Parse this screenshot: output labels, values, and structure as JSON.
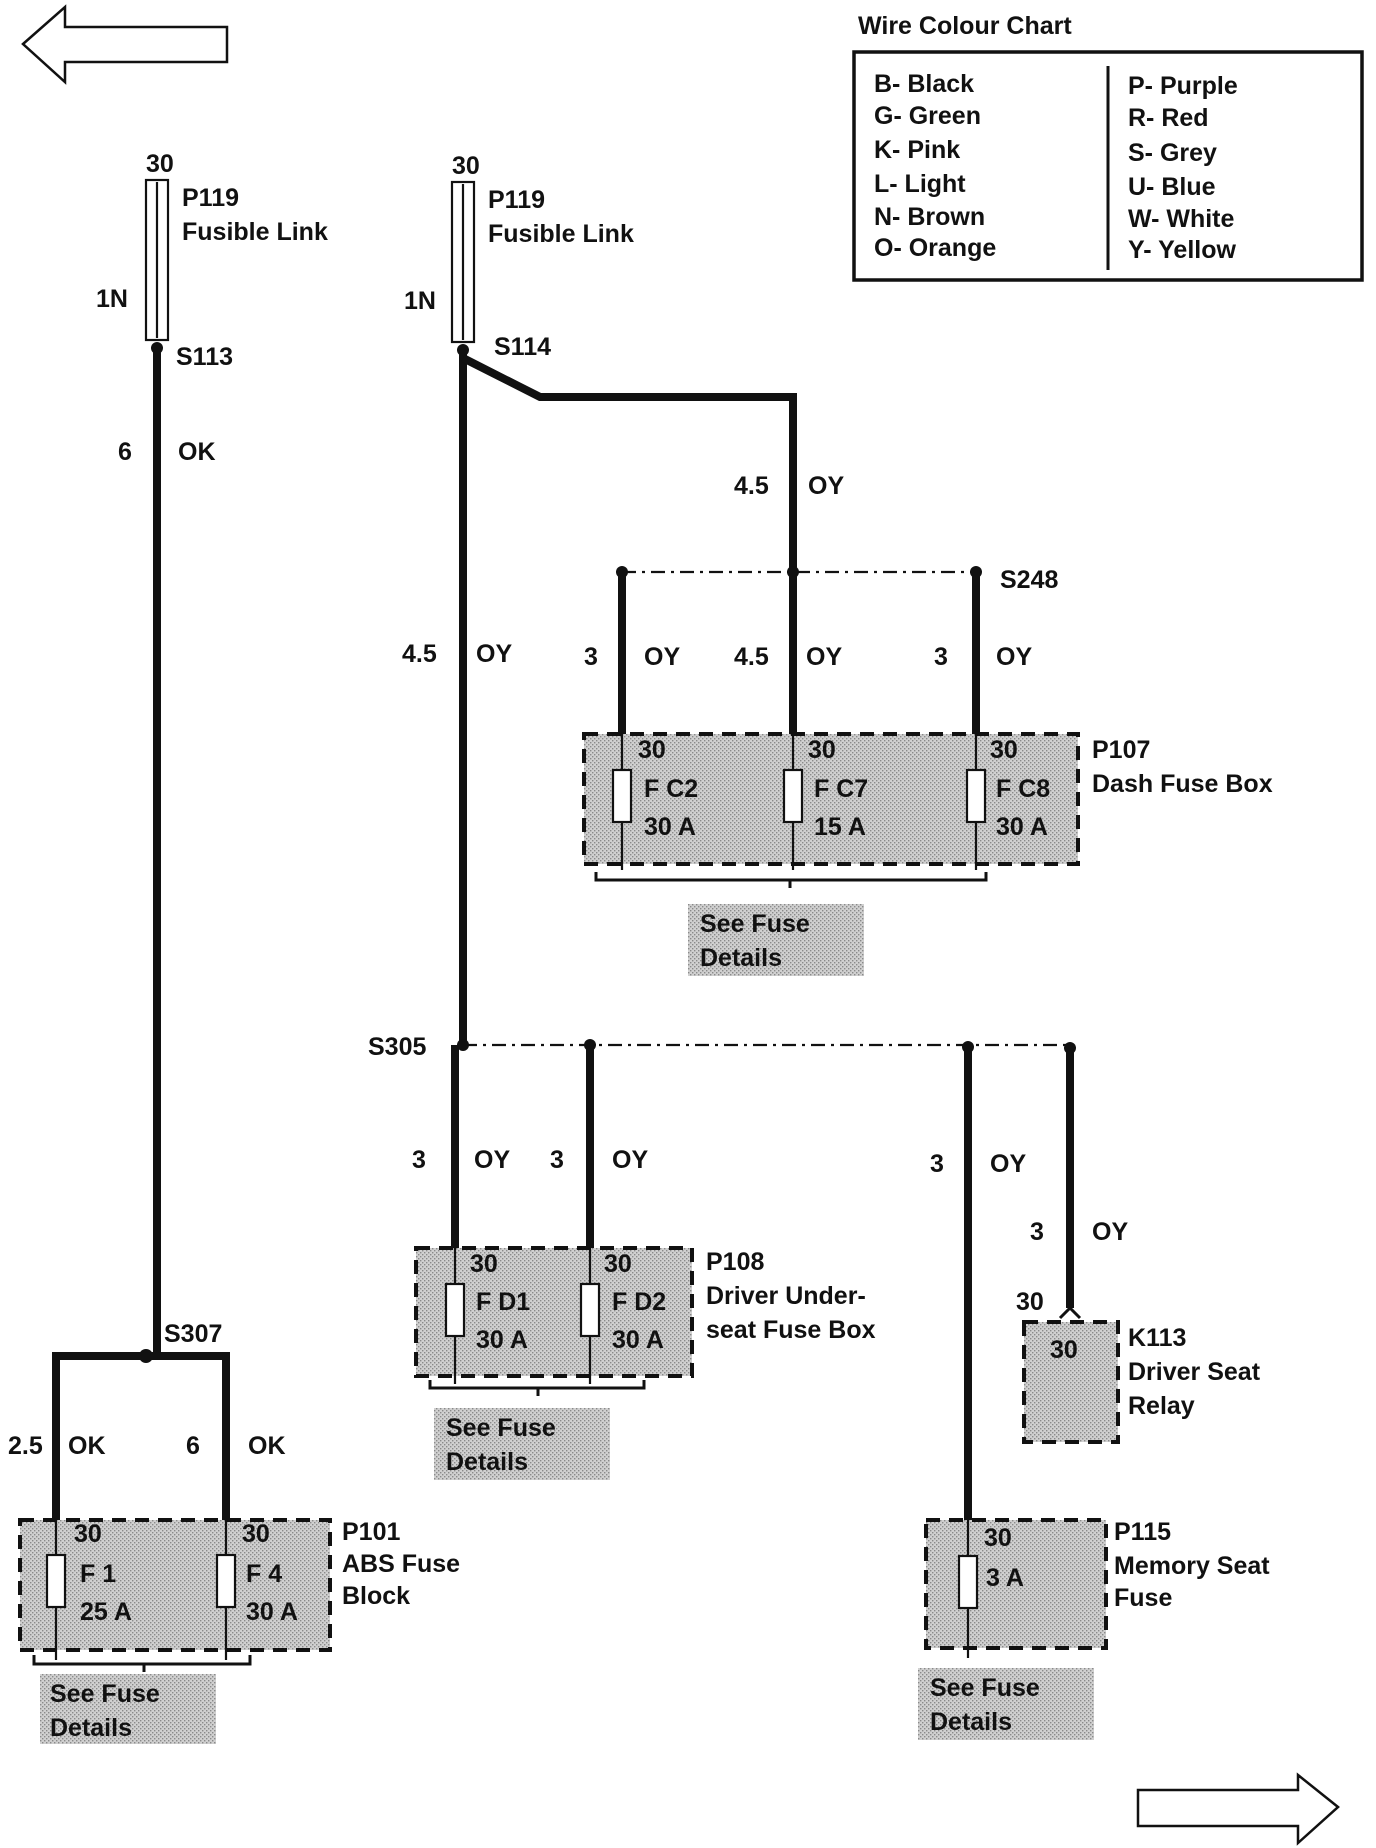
{
  "nav": {
    "arrow_left": "back-arrow-icon",
    "arrow_right": "forward-arrow-icon"
  },
  "colour_chart": {
    "title": "Wire Colour Chart",
    "left": [
      "B- Black",
      "G- Green",
      "K- Pink",
      "L- Light",
      "N- Brown",
      "O- Orange"
    ],
    "right": [
      "P- Purple",
      "R- Red",
      "S- Grey",
      "U- Blue",
      "W- White",
      "Y- Yellow"
    ]
  },
  "fusible_links": [
    {
      "pin": "30",
      "ref": "P119",
      "name": "Fusible Link",
      "wire": "1N"
    },
    {
      "pin": "30",
      "ref": "P119",
      "name": "Fusible Link",
      "wire": "1N"
    }
  ],
  "splices": {
    "s113": "S113",
    "s114": "S114",
    "s248": "S248",
    "s305": "S305",
    "s307": "S307"
  },
  "wires": {
    "w_s113": {
      "gauge": "6",
      "colour": "OK"
    },
    "w_s114_right": {
      "gauge": "4.5",
      "colour": "OY"
    },
    "w_s114_down": {
      "gauge": "4.5",
      "colour": "OY"
    },
    "w_c2": {
      "gauge": "3",
      "colour": "OY"
    },
    "w_c7": {
      "gauge": "4.5",
      "colour": "OY"
    },
    "w_c8": {
      "gauge": "3",
      "colour": "OY"
    },
    "w_d1": {
      "gauge": "3",
      "colour": "OY"
    },
    "w_d2": {
      "gauge": "3",
      "colour": "OY"
    },
    "w_mem": {
      "gauge": "3",
      "colour": "OY"
    },
    "w_relay": {
      "gauge": "3",
      "colour": "OY"
    },
    "w_f1": {
      "gauge": "2.5",
      "colour": "OK"
    },
    "w_f4": {
      "gauge": "6",
      "colour": "OK"
    }
  },
  "boxes": {
    "p107": {
      "ref": "P107",
      "name": "Dash Fuse Box",
      "fuses": [
        {
          "pin": "30",
          "id": "F C2",
          "rating": "30 A"
        },
        {
          "pin": "30",
          "id": "F C7",
          "rating": "15 A"
        },
        {
          "pin": "30",
          "id": "F C8",
          "rating": "30 A"
        }
      ]
    },
    "p108": {
      "ref": "P108",
      "name_line1": "Driver Under-",
      "name_line2": "seat Fuse Box",
      "fuses": [
        {
          "pin": "30",
          "id": "F D1",
          "rating": "30 A"
        },
        {
          "pin": "30",
          "id": "F D2",
          "rating": "30 A"
        }
      ]
    },
    "p101": {
      "ref": "P101",
      "name_line1": "ABS Fuse",
      "name_line2": "Block",
      "fuses": [
        {
          "pin": "30",
          "id": "F 1",
          "rating": "25 A"
        },
        {
          "pin": "30",
          "id": "F 4",
          "rating": "30 A"
        }
      ]
    },
    "p115": {
      "ref": "P115",
      "name_line1": "Memory Seat",
      "name_line2": "Fuse",
      "fuses": [
        {
          "pin": "30",
          "id": "",
          "rating": "3 A"
        }
      ]
    },
    "k113": {
      "ref": "K113",
      "name_line1": "Driver Seat",
      "name_line2": "Relay",
      "pin_outer": "30",
      "pin_inner": "30"
    }
  },
  "see_fuse_details": {
    "line1": "See Fuse",
    "line2": "Details"
  }
}
